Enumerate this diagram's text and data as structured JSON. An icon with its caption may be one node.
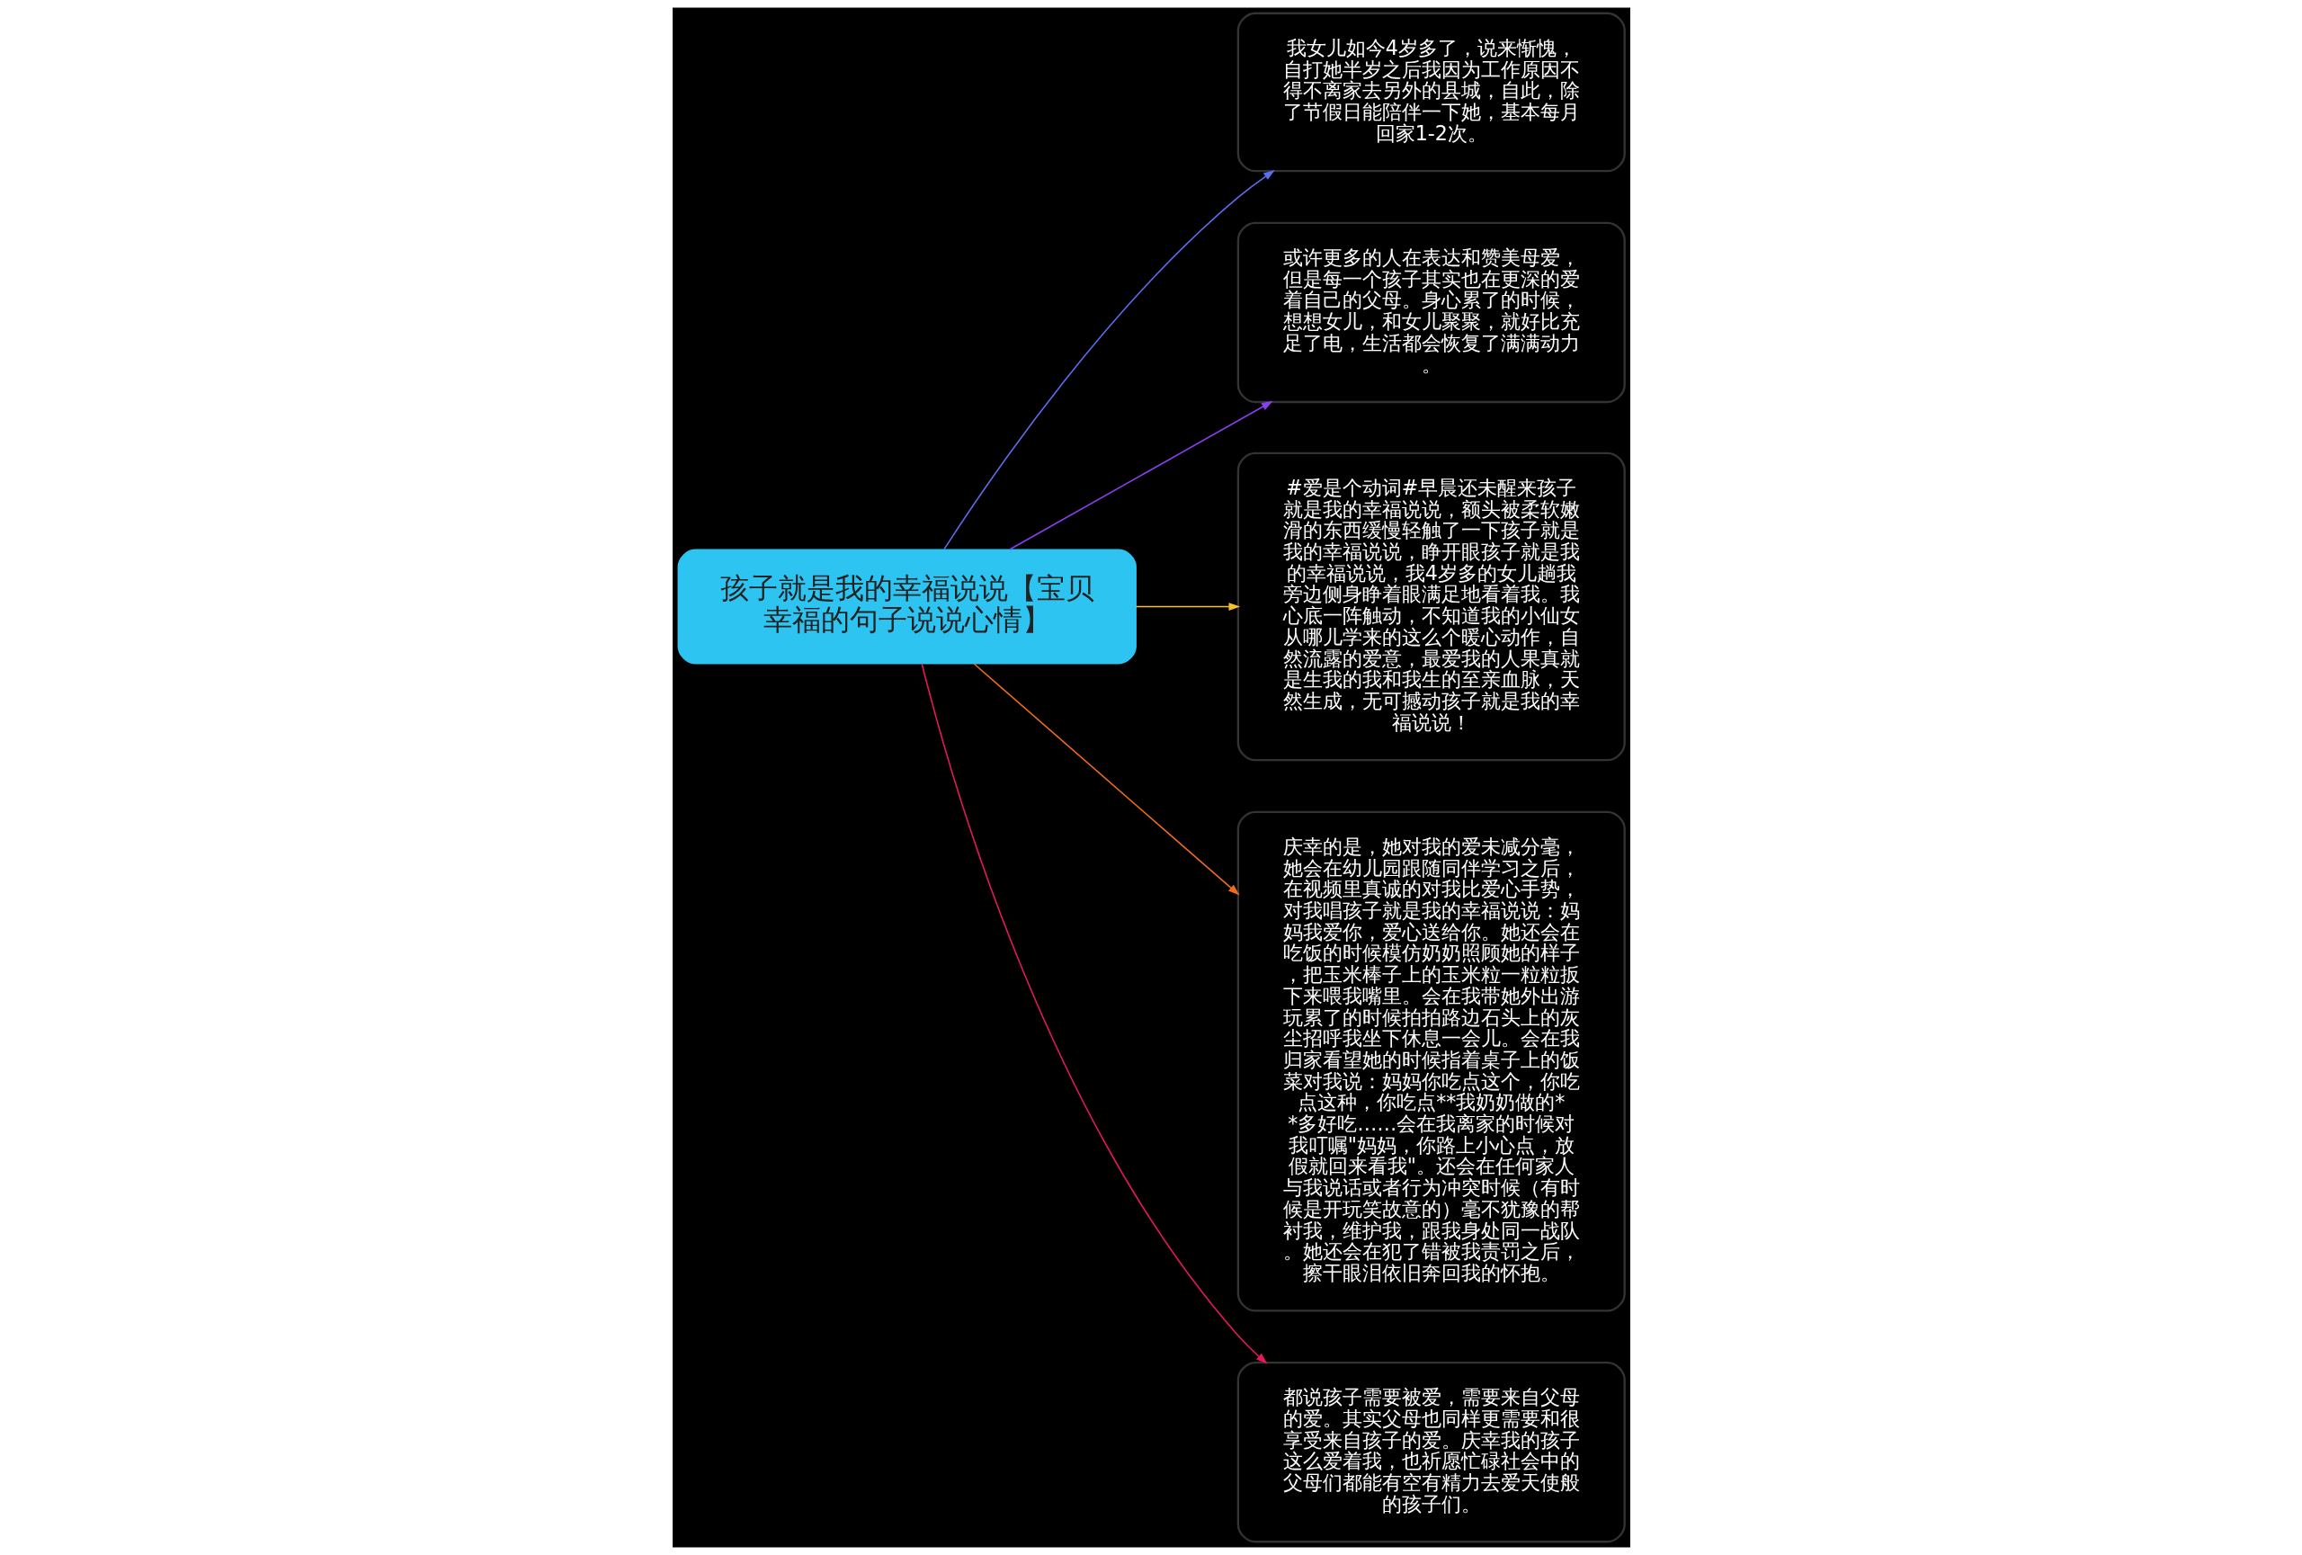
{
  "diagram": {
    "nodes": [
      {
        "text": [
          "孩子就是我的幸福说说【宝贝幸福的句子说说心情】"
        ]
      },
      {
        "text": [
          "我女儿如今4岁多了，说来惭愧，自打她半岁之后我因为工作原因不得不离家去另外的县城，自此，除了节假日能陪伴一下她，基本每月回家1-2次。"
        ]
      },
      {
        "text": [
          "或许更多的人在表达和赞美母爱，但是每一个孩子其实也在更深的爱着自己的父母。身心累了的时候，想想女儿，和女儿聚聚，就好比充足了电，生活都会恢复了满满动力。"
        ]
      },
      {
        "text": [
          "#爱是个动词#早晨还未醒来孩子就是我的幸福说说，额头被柔软嫩滑的东西缓慢轻触了一下孩子就是我的幸福说说，睁开眼孩子就是我的幸福说说，我4岁多的女儿趟我旁边侧身睁着眼满足地看着我。我心底一阵触动，不知道我的小仙女从哪儿学来的这么个暖心动作，自然流露的爱意，最爱我的人果真就是生我的我和我生的至亲血脉，天然生成，无可撼动孩子就是我的幸福说说！"
        ]
      },
      {
        "text": [
          "庆幸的是，她对我的爱未减分毫，她会在幼儿园跟随同伴学习之后，在视频里真诚的对我比爱心手势，对我唱孩子就是我的幸福说说：妈妈我爱你，爱心送给你。她还会在吃饭的时候模仿奶奶照顾她的样子，把玉米棒子上的玉米粒一粒粒扳下来喂我嘴里。会在我带她外出游玩累了的时候拍拍路边石头上的灰尘招呼我坐下休息一会儿。会在我归家看望她的时候指着桌子上的饭菜对我说：妈妈你吃点这个，你吃点这种，你吃点**我奶奶做的**多好吃……会在我离家的时候对我叮嘱\"妈妈，你路上小心点，放假就回来看我\"。还会在任何家人与我说话或者行为冲突时候（有时候是开玩笑故意的）毫不犹豫的帮衬我，维护我，跟我身处同一战队。她还会在犯了错被我责罚之后，擦干眼泪依旧奔回我的怀抱。"
        ]
      },
      {
        "text": [
          "都说孩子需要被爱，需要来自父母的爱。其实父母也同样更需要和很享受来自孩子的爱。庆幸我的孩子这么爱着我，也祈愿忙碌社会中的父母们都能有空有精力去爱天使般的孩子们。"
        ]
      }
    ],
    "edges": [
      {
        "from": 0,
        "to": 1,
        "arrow": "to",
        "color": "#5b6ef0"
      },
      {
        "from": 0,
        "to": 2,
        "arrow": "to",
        "color": "#8a3ff0"
      },
      {
        "from": 0,
        "to": 3,
        "arrow": "to",
        "color": "#f5c028"
      },
      {
        "from": 0,
        "to": 4,
        "arrow": "to",
        "color": "#f26b1d"
      },
      {
        "from": 0,
        "to": 5,
        "arrow": "to",
        "color": "#e8175d"
      }
    ]
  }
}
